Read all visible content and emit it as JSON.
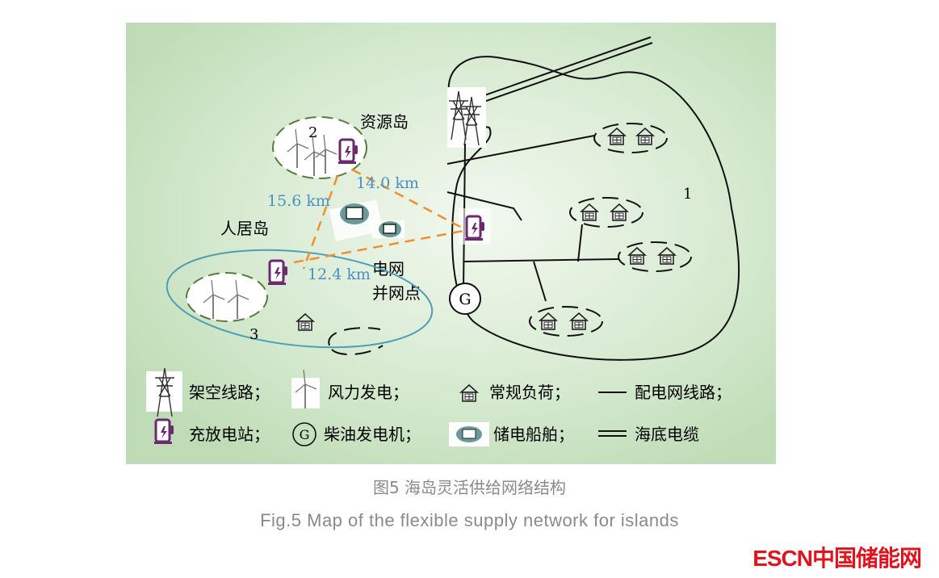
{
  "diagram": {
    "labels": {
      "resource_island": "资源岛",
      "residential_island": "人居岛",
      "grid_point_line1": "电网",
      "grid_point_line2": "并网点",
      "island_1": "1",
      "island_2": "2",
      "island_3": "3",
      "generator": "G"
    },
    "distances": {
      "d_2_3": "15.6 km",
      "d_2_1": "14.0 km",
      "d_3_1": "12.4 km"
    },
    "legend": [
      {
        "icon": "transmission-tower-icon",
        "label": "架空线路；"
      },
      {
        "icon": "wind-turbine-icon",
        "label": "风力发电；"
      },
      {
        "icon": "house-load-icon",
        "label": "常规负荷；"
      },
      {
        "icon": "single-line-icon",
        "label": "配电网线路；"
      },
      {
        "icon": "charging-station-icon",
        "label": "充放电站；"
      },
      {
        "icon": "diesel-generator-icon",
        "label": "柴油发电机；"
      },
      {
        "icon": "storage-ship-icon",
        "label": "储电船舶；"
      },
      {
        "icon": "double-line-icon",
        "label": "海底电缆"
      }
    ],
    "colors": {
      "orange": "#f0902a",
      "blue": "#4a90c8",
      "purple": "#6a2a6e",
      "bg": "#c8e2c2"
    }
  },
  "caption": {
    "cn": "图5  海岛灵活供给网络结构",
    "en": "Fig.5  Map of the flexible supply network for islands"
  },
  "logo": "ESCN中国储能网"
}
